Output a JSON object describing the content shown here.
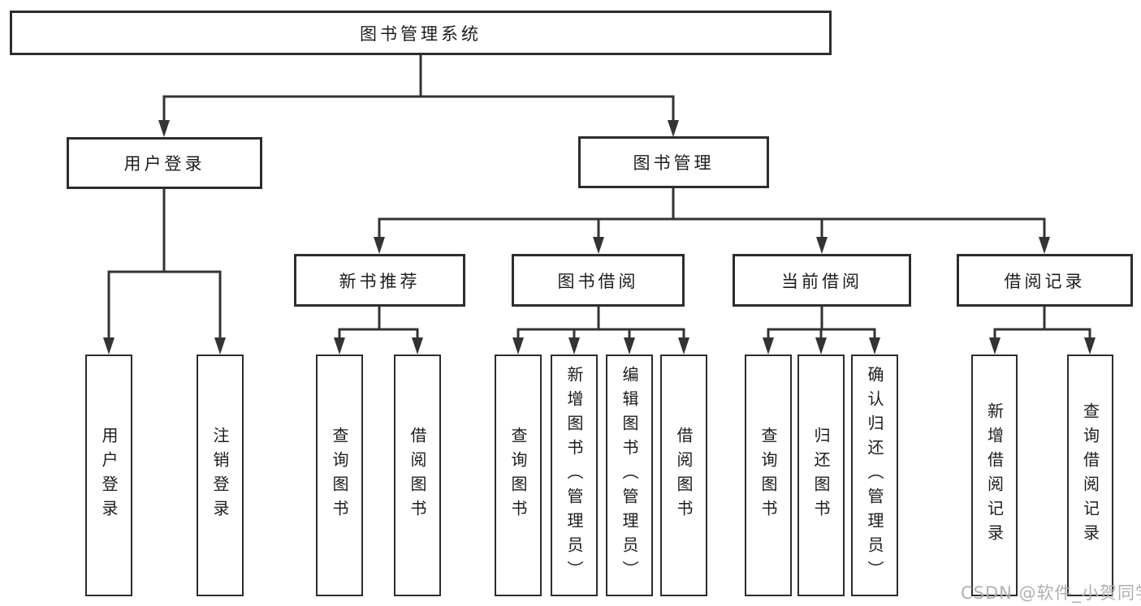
{
  "nodes": {
    "root": {
      "label": "图书管理系统"
    },
    "level2": [
      {
        "label": "用户登录"
      },
      {
        "label": "图书管理"
      }
    ],
    "level3": [
      {
        "label": "新书推荐"
      },
      {
        "label": "图书借阅"
      },
      {
        "label": "当前借阅"
      },
      {
        "label": "借阅记录"
      }
    ],
    "leaves": [
      {
        "label": "用户登录",
        "parent": "用户登录"
      },
      {
        "label": "注销登录",
        "parent": "用户登录"
      },
      {
        "label": "查询图书",
        "parent": "新书推荐"
      },
      {
        "label": "借阅图书",
        "parent": "新书推荐"
      },
      {
        "label": "查询图书",
        "parent": "图书借阅"
      },
      {
        "label": "新增图书（管理员）",
        "parent": "图书借阅"
      },
      {
        "label": "编辑图书（管理员）",
        "parent": "图书借阅"
      },
      {
        "label": "借阅图书",
        "parent": "图书借阅"
      },
      {
        "label": "查询图书",
        "parent": "当前借阅"
      },
      {
        "label": "归还图书",
        "parent": "当前借阅"
      },
      {
        "label": "确认归还（管理员）",
        "parent": "当前借阅"
      },
      {
        "label": "新增借阅记录",
        "parent": "借阅记录"
      },
      {
        "label": "查询借阅记录",
        "parent": "借阅记录"
      }
    ]
  },
  "watermark": {
    "text": "CSDN @软件_小贺同学"
  },
  "colors": {
    "line": "#333333",
    "border": "#2d2d2d",
    "text": "#1c1c1c",
    "background": "#ffffff",
    "watermark": "#b0b0b0"
  }
}
